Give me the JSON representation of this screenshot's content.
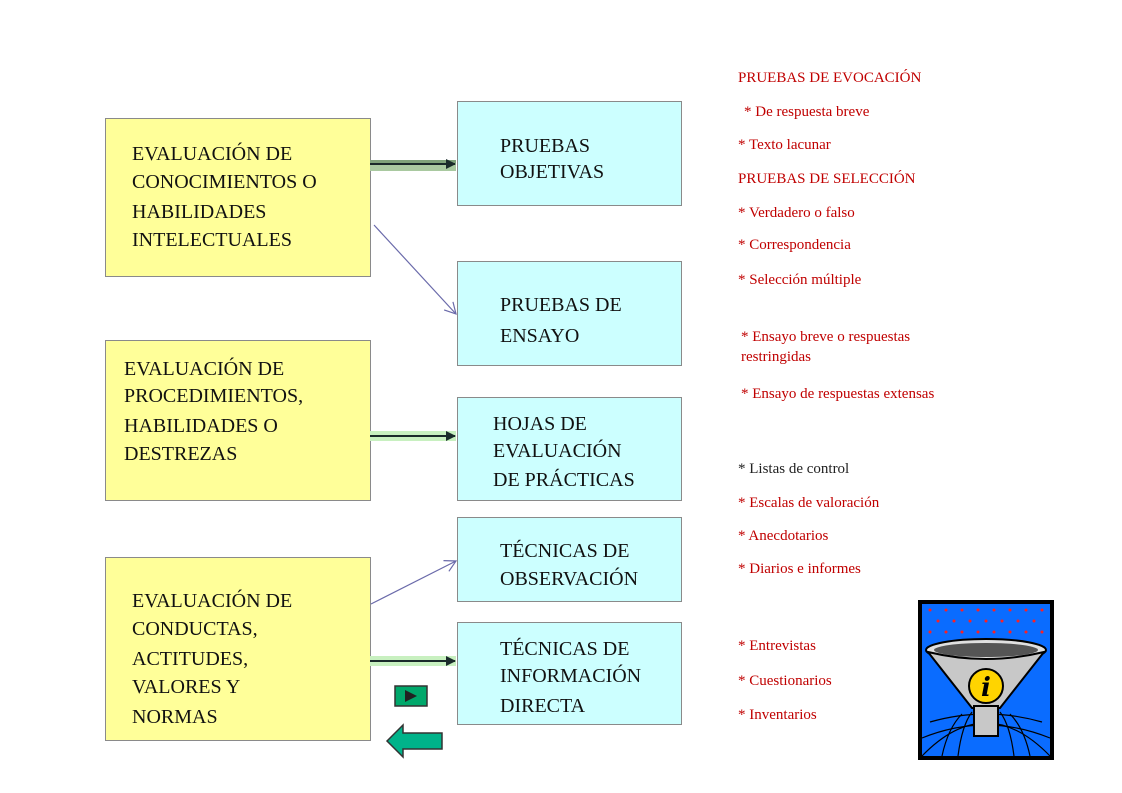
{
  "left_boxes": [
    {
      "lines": [
        "EVALUACIÓN DE",
        "CONOCIMIENTOS O",
        "HABILIDADES",
        "INTELECTUALES"
      ]
    },
    {
      "lines": [
        "EVALUACIÓN DE",
        "PROCEDIMIENTOS,",
        "HABILIDADES O",
        "DESTREZAS"
      ]
    },
    {
      "lines": [
        "EVALUACIÓN DE",
        "CONDUCTAS,",
        "ACTITUDES,",
        "VALORES Y",
        "NORMAS"
      ]
    }
  ],
  "mid_boxes": [
    {
      "lines": [
        "PRUEBAS",
        "OBJETIVAS"
      ]
    },
    {
      "lines": [
        "PRUEBAS DE",
        "ENSAYO"
      ]
    },
    {
      "lines": [
        "HOJAS DE",
        "EVALUACIÓN",
        "DE PRÁCTICAS"
      ]
    },
    {
      "lines": [
        "TÉCNICAS DE",
        "OBSERVACIÓN"
      ]
    },
    {
      "lines": [
        "TÉCNICAS DE",
        "INFORMACIÓN",
        "DIRECTA"
      ]
    }
  ],
  "right_items": {
    "evocacion_header": "PRUEBAS DE EVOCACIÓN",
    "respuesta_breve": "* De respuesta breve",
    "texto_lacunar": "* Texto lacunar",
    "seleccion_header": "PRUEBAS DE SELECCIÓN",
    "verdadero_falso": "* Verdadero o falso",
    "correspondencia": "* Correspondencia",
    "seleccion_multiple": "* Selección múltiple",
    "ensayo_breve_1": "* Ensayo breve o respuestas",
    "ensayo_breve_2": "restringidas",
    "ensayo_extensas": "* Ensayo de respuestas extensas",
    "listas_control": "* Listas de control",
    "escalas": "* Escalas de valoración",
    "anecdotarios": "* Anecdotarios",
    "diarios": "* Diarios e informes",
    "entrevistas": "* Entrevistas",
    "cuestionarios": "* Cuestionarios",
    "inventarios": "* Inventarios"
  },
  "colors": {
    "yellow_box": "#ffff99",
    "cyan_box": "#ccffff",
    "red_text": "#c00000",
    "funnel_bg": "#0066ff",
    "nav_green": "#00a86b"
  },
  "icons": {
    "funnel": "info-funnel-icon",
    "next": "next-slide-icon",
    "back": "back-arrow-icon"
  }
}
